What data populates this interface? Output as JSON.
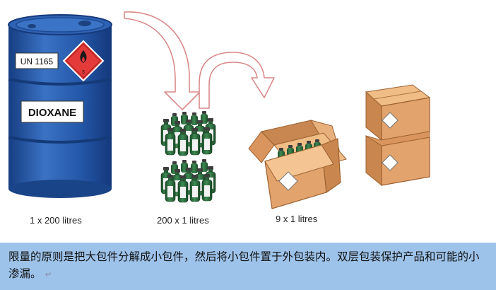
{
  "drum": {
    "un_number": "UN 1165",
    "substance": "DIOXANE",
    "hazard_class": "3"
  },
  "captions": {
    "drum": "1 x 200 litres",
    "bottles": "200 x 1 litres",
    "box": "9 x 1 litres"
  },
  "explanation": {
    "text": "限量的原则是把大包件分解成小包件，然后将小包件置于外包装内。双层包装保护产品和可能的小渗漏。",
    "return_mark": "↵"
  },
  "colors": {
    "drum_blue": "#2457a8",
    "bottle_green": "#2f6b3e",
    "cardboard": "#e2a36c",
    "arrow_outline": "#d98a8a",
    "caption_bg": "#9ec3ea",
    "hazard_red": "#e53a3a"
  },
  "icons": [
    "flame-icon",
    "diamond-hazard-icon"
  ]
}
